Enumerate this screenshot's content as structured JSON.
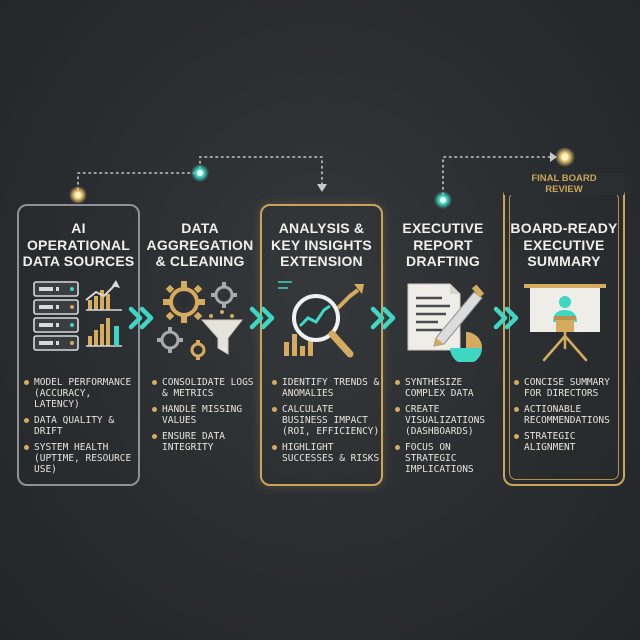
{
  "stages": [
    {
      "title_lines": [
        "AI",
        "OPERATIONAL",
        "DATA SOURCES"
      ],
      "bullets": [
        "MODEL PERFORMANCE (ACCURACY, LATENCY)",
        "DATA QUALITY & DRIFT",
        "SYSTEM HEALTH (UPTIME, RESOURCE USE)"
      ],
      "icon": "server-chart-icon"
    },
    {
      "title_lines": [
        "DATA",
        "AGGREGATION",
        "& CLEANING"
      ],
      "bullets": [
        "CONSOLIDATE LOGS & METRICS",
        "HANDLE MISSING VALUES",
        "ENSURE DATA INTEGRITY"
      ],
      "icon": "gears-funnel-icon"
    },
    {
      "title_lines": [
        "ANALYSIS &",
        "KEY INSIGHTS",
        "EXTENSION"
      ],
      "bullets": [
        "IDENTIFY TRENDS & ANOMALIES",
        "CALCULATE BUSINESS IMPACT (ROI, EFFICIENCY)",
        "HIGHLIGHT SUCCESSES & RISKS"
      ],
      "icon": "magnifier-chart-icon"
    },
    {
      "title_lines": [
        "EXECUTIVE",
        "REPORT",
        "DRAFTING"
      ],
      "bullets": [
        "SYNTHESIZE COMPLEX DATA",
        "CREATE VISUALIZATIONS (DASHBOARDS)",
        "FOCUS ON STRATEGIC IMPLICATIONS"
      ],
      "icon": "document-pen-icon"
    },
    {
      "title_lines": [
        "BOARD-READY",
        "EXECUTIVE",
        "SUMMARY"
      ],
      "bullets": [
        "CONCISE SUMMARY FOR DIRECTORS",
        "ACTIONABLE RECOMMENDATIONS",
        "STRATEGIC ALIGNMENT"
      ],
      "icon": "presenter-board-icon"
    }
  ],
  "final_label_lines": [
    "FINAL BOARD",
    "REVIEW"
  ],
  "colors": {
    "background": "#2a2d30",
    "gold": "#c9a45a",
    "teal": "#3fd6c4",
    "gray_border": "#8e9195"
  },
  "connector_icon": "double-chevron-icon"
}
